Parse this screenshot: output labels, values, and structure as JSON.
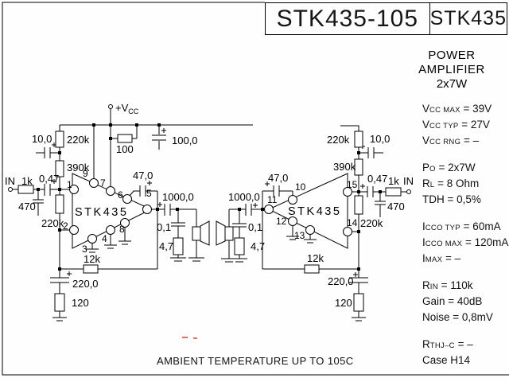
{
  "title_block": {
    "model_combo": "STK435-105",
    "model": "STK435"
  },
  "subtitle": {
    "line1": "POWER AMPLIFIER",
    "line2": "2x7W"
  },
  "specs": {
    "lines": [
      {
        "group": 0,
        "parts": [
          {
            "t": "V"
          },
          {
            "t": "CC MAX",
            "sub": true
          },
          {
            "t": " = 39V"
          }
        ]
      },
      {
        "group": 0,
        "parts": [
          {
            "t": "V"
          },
          {
            "t": "CC TYP",
            "sub": true
          },
          {
            "t": " = 27V"
          }
        ]
      },
      {
        "group": 0,
        "parts": [
          {
            "t": "V"
          },
          {
            "t": "CC RNG",
            "sub": true
          },
          {
            "t": " = –"
          }
        ]
      },
      {
        "group": 1,
        "parts": [
          {
            "t": "P"
          },
          {
            "t": "O",
            "sub": true
          },
          {
            "t": "  = 2x7W"
          }
        ]
      },
      {
        "group": 1,
        "parts": [
          {
            "t": "R"
          },
          {
            "t": "L",
            "sub": true
          },
          {
            "t": "  = 8 Ohm"
          }
        ]
      },
      {
        "group": 1,
        "parts": [
          {
            "t": "TDH = 0,5%"
          }
        ]
      },
      {
        "group": 2,
        "parts": [
          {
            "t": "I"
          },
          {
            "t": "CCO TYP",
            "sub": true
          },
          {
            "t": " = 60mA"
          }
        ]
      },
      {
        "group": 2,
        "parts": [
          {
            "t": "I"
          },
          {
            "t": "CCO MAX",
            "sub": true
          },
          {
            "t": " = 120mA"
          }
        ]
      },
      {
        "group": 2,
        "parts": [
          {
            "t": "I"
          },
          {
            "t": "MAX",
            "sub": true
          },
          {
            "t": " =   –"
          }
        ]
      },
      {
        "group": 3,
        "parts": [
          {
            "t": "R"
          },
          {
            "t": "IN",
            "sub": true
          },
          {
            "t": "  = 110k"
          }
        ]
      },
      {
        "group": 3,
        "parts": [
          {
            "t": "Gain  = 40dB"
          }
        ]
      },
      {
        "group": 3,
        "parts": [
          {
            "t": "Noise = 0,8mV"
          }
        ]
      },
      {
        "group": 4,
        "parts": [
          {
            "t": "R"
          },
          {
            "t": "THJ–C",
            "sub": true
          },
          {
            "t": " = –"
          }
        ]
      },
      {
        "group": 4,
        "parts": [
          {
            "t": "Case H14"
          }
        ]
      }
    ]
  },
  "schematic": {
    "ic_name": "STK435",
    "supply_label": "+V",
    "supply_sub": "CC",
    "input_label": "IN",
    "components": {
      "c10": "10,0",
      "r220k": "220k",
      "r390k": "390k",
      "c047": "0,47",
      "r1k": "1k",
      "c470": "470",
      "r12k": "12k",
      "c220": "220,0",
      "r120": "120",
      "c47": "47,0",
      "c1000": "1000,0",
      "c01": "0,1",
      "r47": "4,7",
      "r100": "100",
      "c100": "100,0"
    },
    "pins_left": [
      "1",
      "2",
      "3",
      "4",
      "5",
      "6",
      "7",
      "8",
      "9"
    ],
    "pins_right": [
      "10",
      "11",
      "12",
      "13",
      "14",
      "15"
    ]
  },
  "footer": "AMBIENT TEMPERATURE UP TO 105C"
}
